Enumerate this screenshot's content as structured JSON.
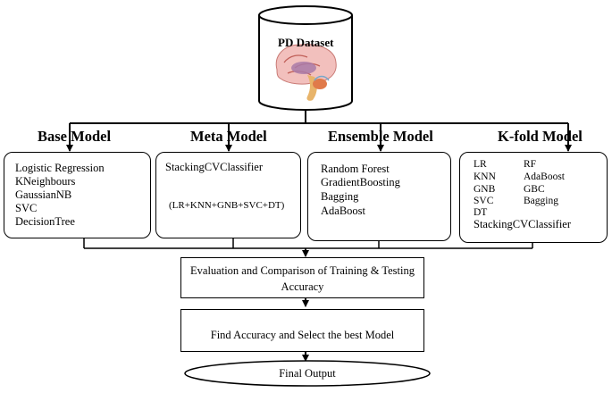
{
  "dataset": {
    "label": "PD Dataset"
  },
  "models": [
    {
      "title": "Base Model",
      "items": [
        "Logistic Regression",
        "KNeighbours",
        "GaussianNB",
        "SVC",
        "DecisionTree"
      ]
    },
    {
      "title": "Meta Model",
      "items": [
        "StackingCVClassifier",
        "(LR+KNN+GNB+SVC+DT)"
      ]
    },
    {
      "title": "Ensemble Model",
      "items": [
        "Random Forest",
        "GradientBoosting",
        "Bagging",
        "AdaBoost"
      ]
    },
    {
      "title": "K-fold Model",
      "left_items": [
        "LR",
        "KNN",
        "GNB",
        "SVC",
        "DT"
      ],
      "right_items": [
        "RF",
        "AdaBoost",
        "GBC",
        "Bagging"
      ],
      "bottom_item": "StackingCVClassifier"
    }
  ],
  "steps": {
    "evaluation_line1": "Evaluation and Comparison of Training & Testing",
    "evaluation_line2": "Accuracy",
    "accuracy": "Find Accuracy and Select the best Model",
    "output": "Final Output"
  }
}
